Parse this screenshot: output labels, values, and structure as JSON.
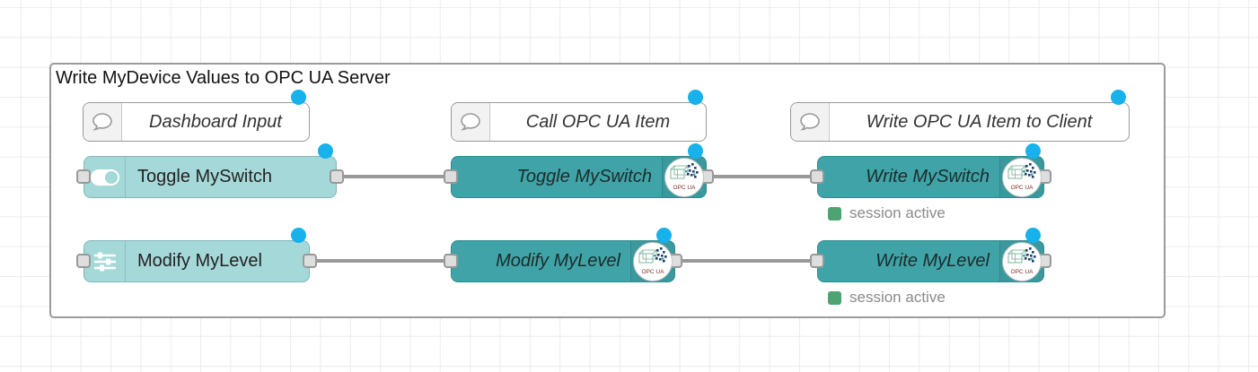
{
  "group": {
    "title": "Write MyDevice Values to OPC UA Server"
  },
  "comments": [
    {
      "label": "Dashboard Input"
    },
    {
      "label": "Call OPC UA Item"
    },
    {
      "label": "Write OPC UA Item to Client"
    }
  ],
  "dashboard_nodes": [
    {
      "label": "Toggle MySwitch",
      "icon": "toggle-icon"
    },
    {
      "label": "Modify MyLevel",
      "icon": "sliders-icon"
    }
  ],
  "opcua_call_nodes": [
    {
      "label": "Toggle MySwitch"
    },
    {
      "label": "Modify MyLevel"
    }
  ],
  "opcua_write_nodes": [
    {
      "label": "Write MySwitch",
      "status": "session active"
    },
    {
      "label": "Write MyLevel",
      "status": "session active"
    }
  ],
  "badge": {
    "label": "OPC UA"
  },
  "colors": {
    "dashboard_node_fill": "#a5d8d8",
    "opcua_node_fill": "#3fa3a7",
    "changed_indicator": "#17b1ec",
    "status_green": "#4da473",
    "wire": "#999999"
  }
}
